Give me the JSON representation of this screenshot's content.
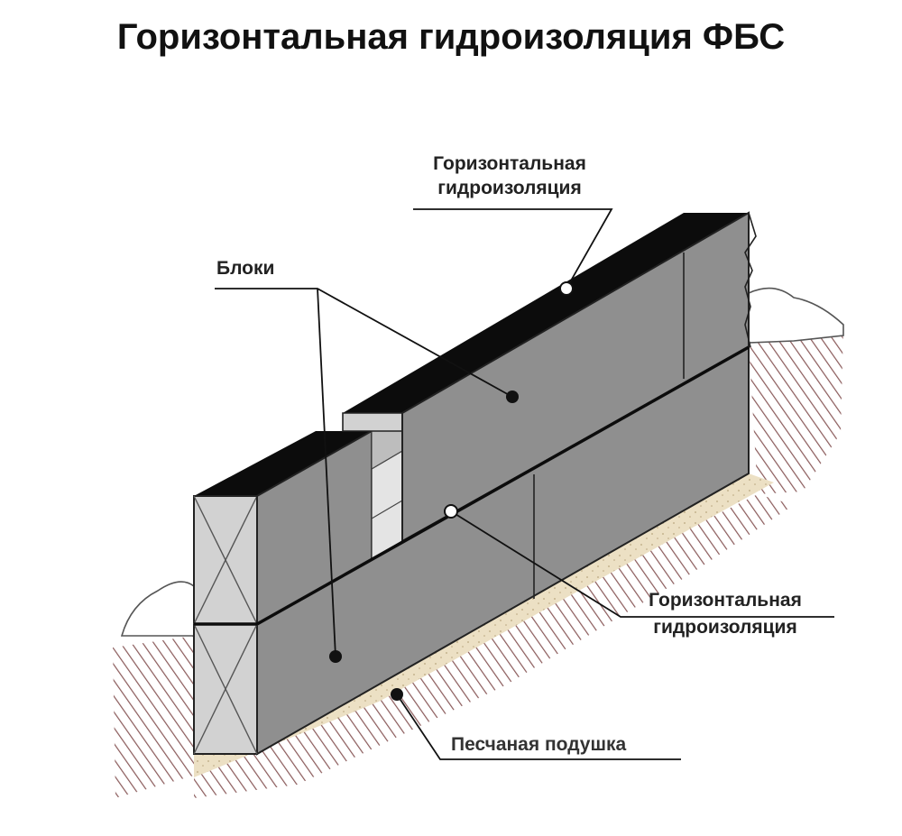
{
  "title": "Горизонтальная гидроизоляция ФБС",
  "labels": {
    "top_waterproofing_line1": "Горизонтальная",
    "top_waterproofing_line2": "гидроизоляция",
    "blocks": "Блоки",
    "mid_waterproofing_line1": "Горизонтальная",
    "mid_waterproofing_line2": "гидроизоляция",
    "sand_cushion": "Песчаная подушка"
  },
  "colors": {
    "block_face": "#8f8f8f",
    "block_top": "#0c0c0c",
    "block_end": "#d2d2d2",
    "soil_hatch": "#8a5a5a",
    "sand": "#ece0c4",
    "leader": "#111111"
  }
}
